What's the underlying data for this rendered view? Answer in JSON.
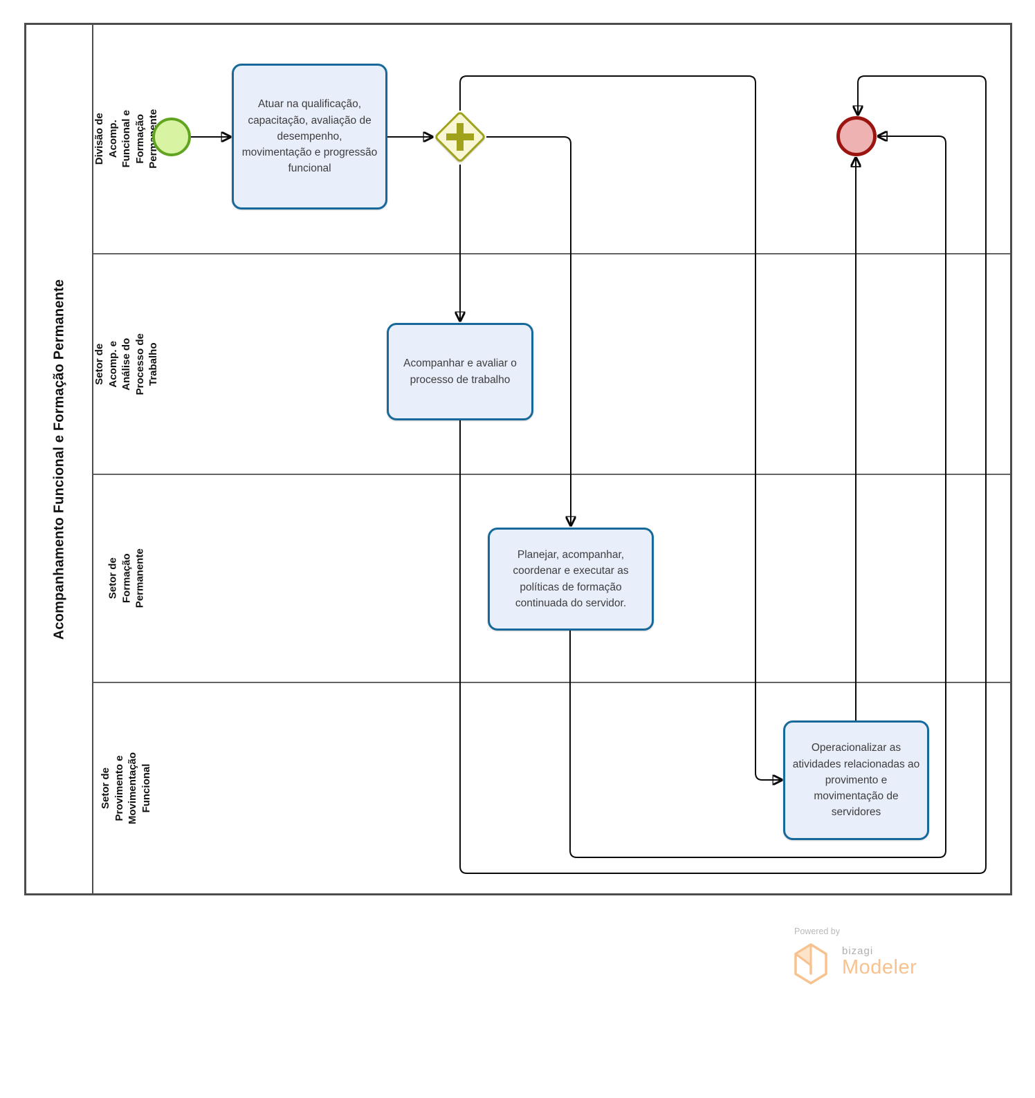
{
  "pool": {
    "title": "Acompanhamento Funcional e Formação Permanente",
    "lanes": [
      {
        "label": "Divisão de Acomp. Funcional e Formação Permanente"
      },
      {
        "label": "Setor de Acomp. e Análise do Processo de Trabalho"
      },
      {
        "label": "Setor de Formação Permanente"
      },
      {
        "label": "Setor de Provimento e Movimentação Funcional"
      }
    ]
  },
  "nodes": {
    "start_event": {
      "type": "start-event"
    },
    "task_1": {
      "label": "Atuar na qualificação, capacitação, avaliação de desempenho, movimentação e progressão funcional"
    },
    "gateway_1": {
      "type": "parallel-gateway"
    },
    "task_2": {
      "label": "Acompanhar e avaliar o processo de trabalho"
    },
    "task_3": {
      "label": "Planejar, acompanhar, coordenar e executar as políticas de formação continuada do servidor."
    },
    "task_4": {
      "label": "Operacionalizar as atividades relacionadas ao provimento e movimentação de servidores"
    },
    "end_event": {
      "type": "end-event"
    }
  },
  "flows": [
    {
      "from": "start_event",
      "to": "task_1"
    },
    {
      "from": "task_1",
      "to": "gateway_1"
    },
    {
      "from": "gateway_1",
      "to": "task_2"
    },
    {
      "from": "gateway_1",
      "to": "task_3"
    },
    {
      "from": "gateway_1",
      "to": "task_4"
    },
    {
      "from": "task_2",
      "to": "end_event"
    },
    {
      "from": "task_3",
      "to": "end_event"
    },
    {
      "from": "task_4",
      "to": "end_event"
    }
  ],
  "colors": {
    "start_fill": "#d8f3a1",
    "start_border": "#61a41f",
    "task_fill": "#e9eefb",
    "task_border": "#17699c",
    "gateway_fill": "#f9f7d3",
    "gateway_border": "#a0a21c",
    "end_fill": "#efb2b2",
    "end_border": "#9b1410",
    "flow_line": "#0a0a0a",
    "pool_border": "#4c4c4c",
    "brand_orange": "#f7c28d",
    "brand_gray": "#b3aeae"
  },
  "branding": {
    "powered_by": "Powered by",
    "brand": "bizagi",
    "product": "Modeler"
  }
}
